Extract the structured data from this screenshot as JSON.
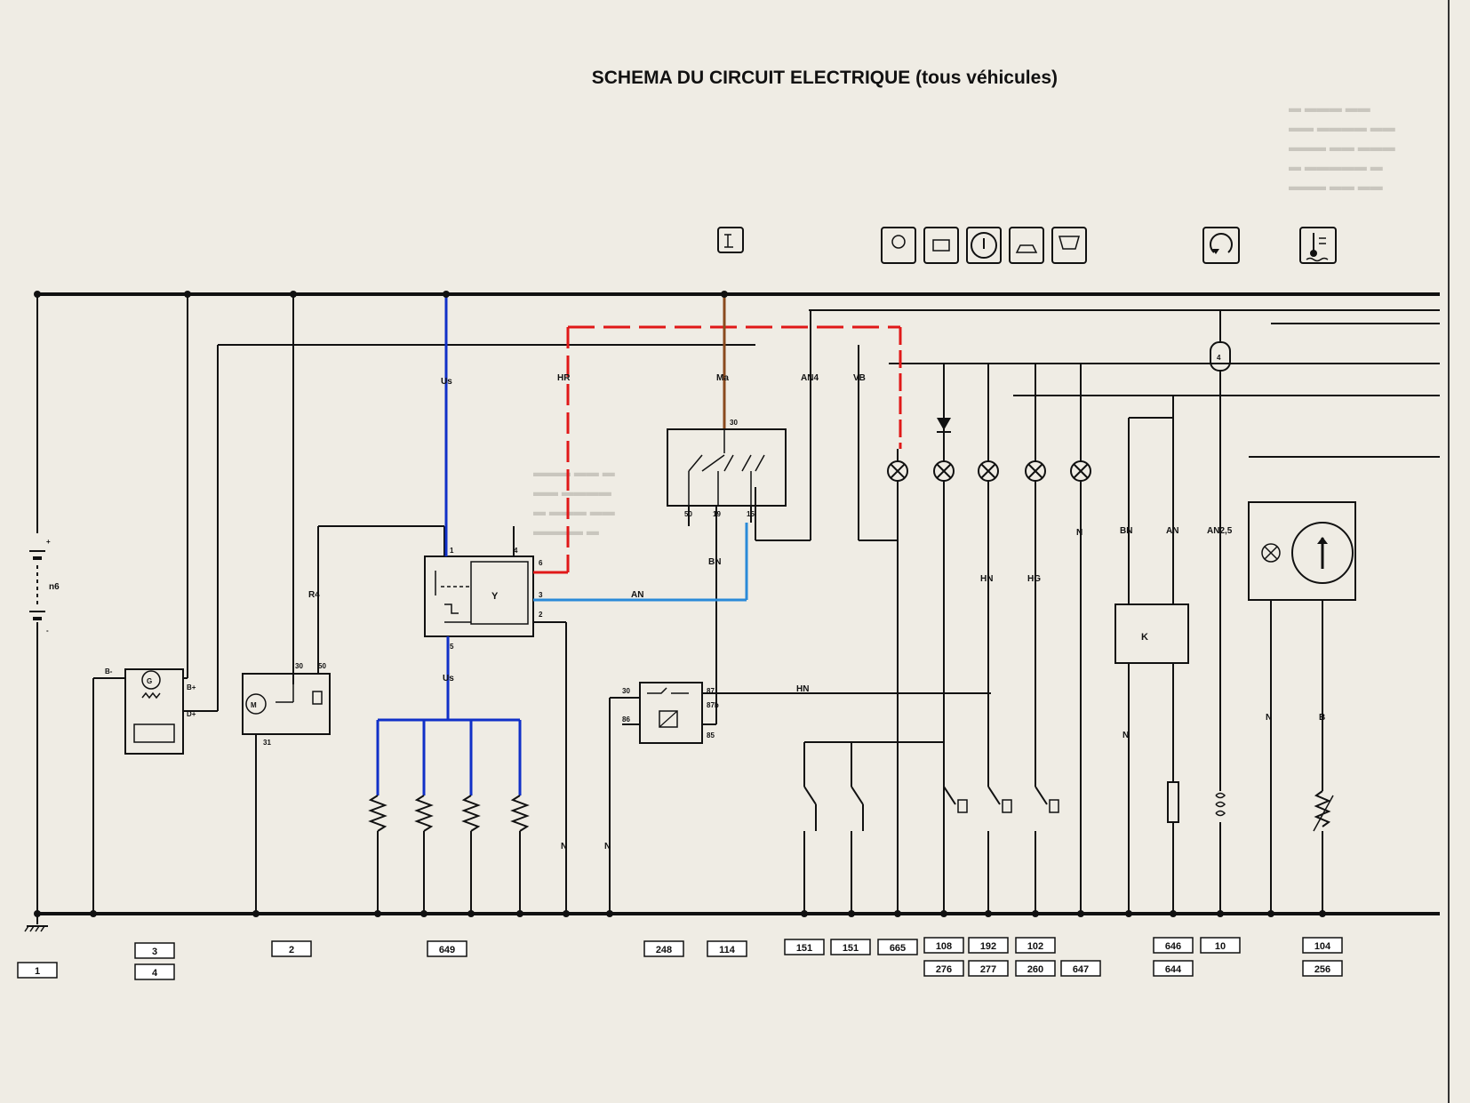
{
  "title": "SCHEMA DU CIRCUIT ELECTRIQUE (tous véhicules)",
  "colors": {
    "background": "#efece4",
    "wire_black": "#111111",
    "wire_blue": "#1030c8",
    "wire_lightblue": "#2a8ad8",
    "wire_red": "#e01818",
    "wire_brown": "#8a4a1e",
    "wire_gray": "#7a7a7a"
  },
  "wire_labels": {
    "us_top": "Us",
    "hr": "HR",
    "ma": "Ma",
    "an4": "AN4",
    "vb": "VB",
    "bn_relay": "BN",
    "an_mid": "AN",
    "r4": "R4",
    "us_bottom": "Us",
    "hn_relay": "HN",
    "n_649": "N",
    "n_248": "N",
    "hn_lamp": "HN",
    "hg_lamp": "HG",
    "n_lamp": "N",
    "bn_lamp": "BN",
    "an_lamp": "AN",
    "an25": "AN2,5",
    "n_module": "N",
    "n_gauge": "N",
    "b_gauge": "B",
    "n6_battery": "n6"
  },
  "pin_labels": {
    "g_bplus_left": "B-",
    "g_bplus": "B+",
    "g_dplus": "D+",
    "starter_30": "30",
    "starter_50": "50",
    "starter_31": "31",
    "sw_1": "1",
    "sw_4": "4",
    "sw_6": "6",
    "sw_3": "3",
    "sw_2": "2",
    "sw_5": "5",
    "ign_30": "30",
    "ign_50": "50",
    "ign_19": "19",
    "ign_15": "15",
    "relay_30": "30",
    "relay_87": "87",
    "relay_87b": "87b",
    "relay_86": "86",
    "relay_85": "85",
    "fuse_4": "4"
  },
  "refs": {
    "r1": "1",
    "r3": "3",
    "r4": "4",
    "r2": "2",
    "r649": "649",
    "r248": "248",
    "r114": "114",
    "r151a": "151",
    "r151b": "151",
    "r665": "665",
    "r108": "108",
    "r276": "276",
    "r192": "192",
    "r277": "277",
    "r102": "102",
    "r260": "260",
    "r647": "647",
    "r646": "646",
    "r644": "644",
    "r10": "10",
    "r104": "104",
    "r256": "256"
  }
}
